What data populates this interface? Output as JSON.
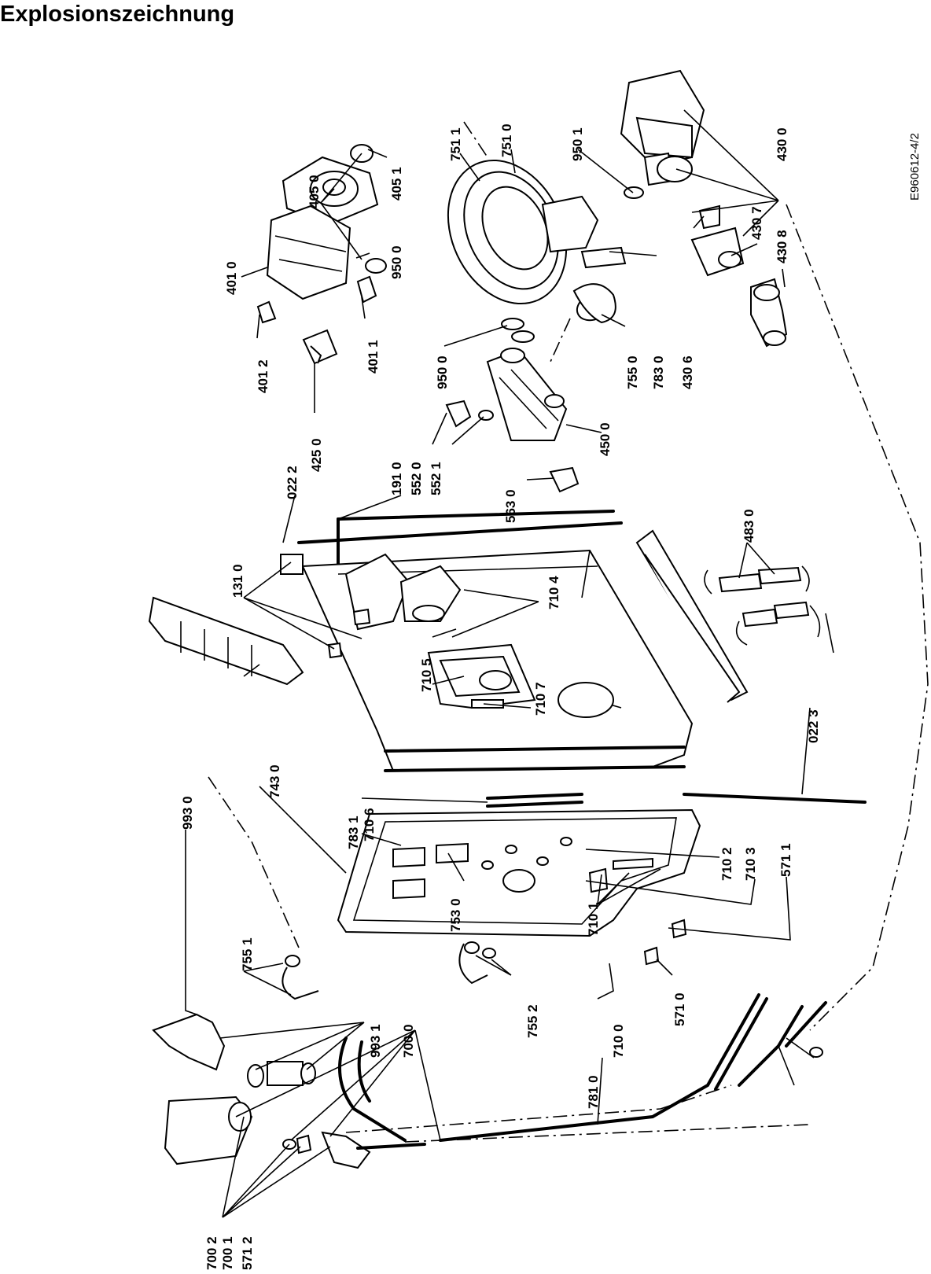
{
  "title": "Explosionszeichnung",
  "drawing_ref": "E960612-4/2",
  "labels": [
    "405 1",
    "405 0",
    "950 0",
    "401 0",
    "401 1",
    "401 2",
    "425 0",
    "751 1",
    "751 0",
    "950 1",
    "430 0",
    "430 7",
    "430 8",
    "430 6",
    "755 0",
    "783 0",
    "950 0",
    "450 0",
    "191 0",
    "552 0",
    "552 1",
    "563 0",
    "022 2",
    "131 0",
    "483 0",
    "710 4",
    "710 5",
    "710 7",
    "022 3",
    "743 0",
    "710 6",
    "783 1",
    "710 2",
    "710 3",
    "571 1",
    "753 0",
    "710 1",
    "571 0",
    "993 0",
    "755 1",
    "755 2",
    "993 1",
    "700 0",
    "781 0",
    "710 0",
    "700 2",
    "700 1",
    "571 2"
  ]
}
